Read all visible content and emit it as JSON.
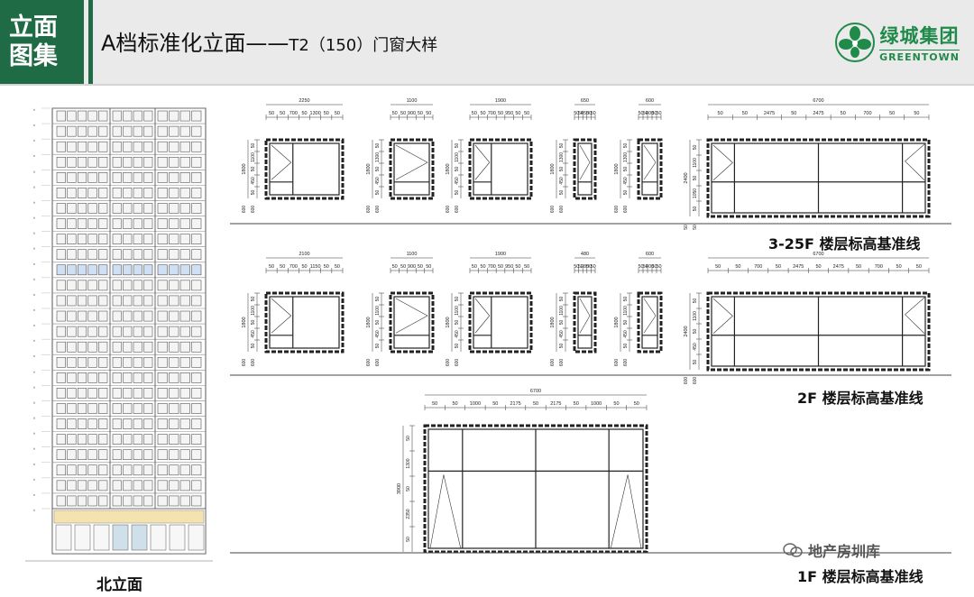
{
  "header": {
    "badge_line1": "立面",
    "badge_line2": "图集",
    "title_main": "A档标准化立面——",
    "title_sub": "T2（150）门窗大样",
    "logo_cn": "绿城集团",
    "logo_en": "GREENTOWN",
    "brand_color": "#1f6b46"
  },
  "building": {
    "label": "北立面",
    "highlight_color": "#cfe0f5",
    "ground_color": "#f4e3b0"
  },
  "sections": [
    {
      "label": "3-25F  楼层标高基准线"
    },
    {
      "label": "2F  楼层标高基准线"
    },
    {
      "label": "1F  楼层标高基准线"
    }
  ],
  "row1_windows": [
    {
      "total": "2250",
      "parts": [
        "50",
        "50",
        "700",
        "50",
        "1300",
        "50",
        "50"
      ],
      "h_total": "1800",
      "h_parts": [
        "50",
        "1100",
        "50",
        "450",
        "50"
      ],
      "sill": "600"
    },
    {
      "total": "1100",
      "parts": [
        "50",
        "50",
        "900",
        "50",
        "50"
      ],
      "h_total": "1800",
      "h_parts": [
        "50",
        "1300",
        "50",
        "450",
        "50"
      ],
      "sill": "600"
    },
    {
      "total": "1900",
      "parts": [
        "50",
        "50",
        "700",
        "50",
        "950",
        "50",
        "50"
      ],
      "h_total": "1800",
      "h_parts": [
        "50",
        "1100",
        "50",
        "450",
        "50"
      ],
      "sill": "600"
    },
    {
      "total": "650",
      "parts": [
        "50",
        "50",
        "450",
        "50",
        "50"
      ],
      "h_total": "1800",
      "h_parts": [
        "50",
        "1300",
        "50",
        "450",
        "50"
      ],
      "sill": "600"
    },
    {
      "total": "600",
      "parts": [
        "50",
        "50",
        "400",
        "50",
        "50"
      ],
      "h_total": "1800",
      "h_parts": [
        "50",
        "1300",
        "50",
        "450",
        "50"
      ],
      "sill": "600"
    },
    {
      "total": "6700",
      "parts": [
        "50",
        "50",
        "2475",
        "50",
        "2475",
        "50",
        "700",
        "50",
        "50"
      ],
      "h_total": "2400",
      "h_parts": [
        "50",
        "1100",
        "50",
        "1050",
        "50"
      ],
      "sill": "50"
    }
  ],
  "row2_windows": [
    {
      "total": "2100",
      "parts": [
        "50",
        "50",
        "700",
        "50",
        "1150",
        "50",
        "50"
      ]
    },
    {
      "total": "1100",
      "parts": [
        "50",
        "50",
        "900",
        "50",
        "50"
      ]
    },
    {
      "total": "1900",
      "parts": [
        "50",
        "50",
        "700",
        "50",
        "950",
        "50",
        "50"
      ]
    },
    {
      "total": "480",
      "parts": [
        "50",
        "50",
        "280",
        "50",
        "50"
      ]
    },
    {
      "total": "600",
      "parts": [
        "50",
        "50",
        "400",
        "50",
        "50"
      ]
    },
    {
      "total": "6700",
      "parts": [
        "50",
        "50",
        "700",
        "50",
        "2475",
        "50",
        "2475",
        "50",
        "700",
        "50",
        "50"
      ]
    }
  ],
  "row3_door": {
    "total": "6700",
    "parts": [
      "50",
      "50",
      "1000",
      "50",
      "2175",
      "50",
      "2175",
      "50",
      "1000",
      "50",
      "50"
    ],
    "h_total": "3900",
    "h_parts": [
      "50",
      "1300",
      "50",
      "2350",
      "50"
    ]
  },
  "watermark": {
    "text": "地产房圳库"
  }
}
